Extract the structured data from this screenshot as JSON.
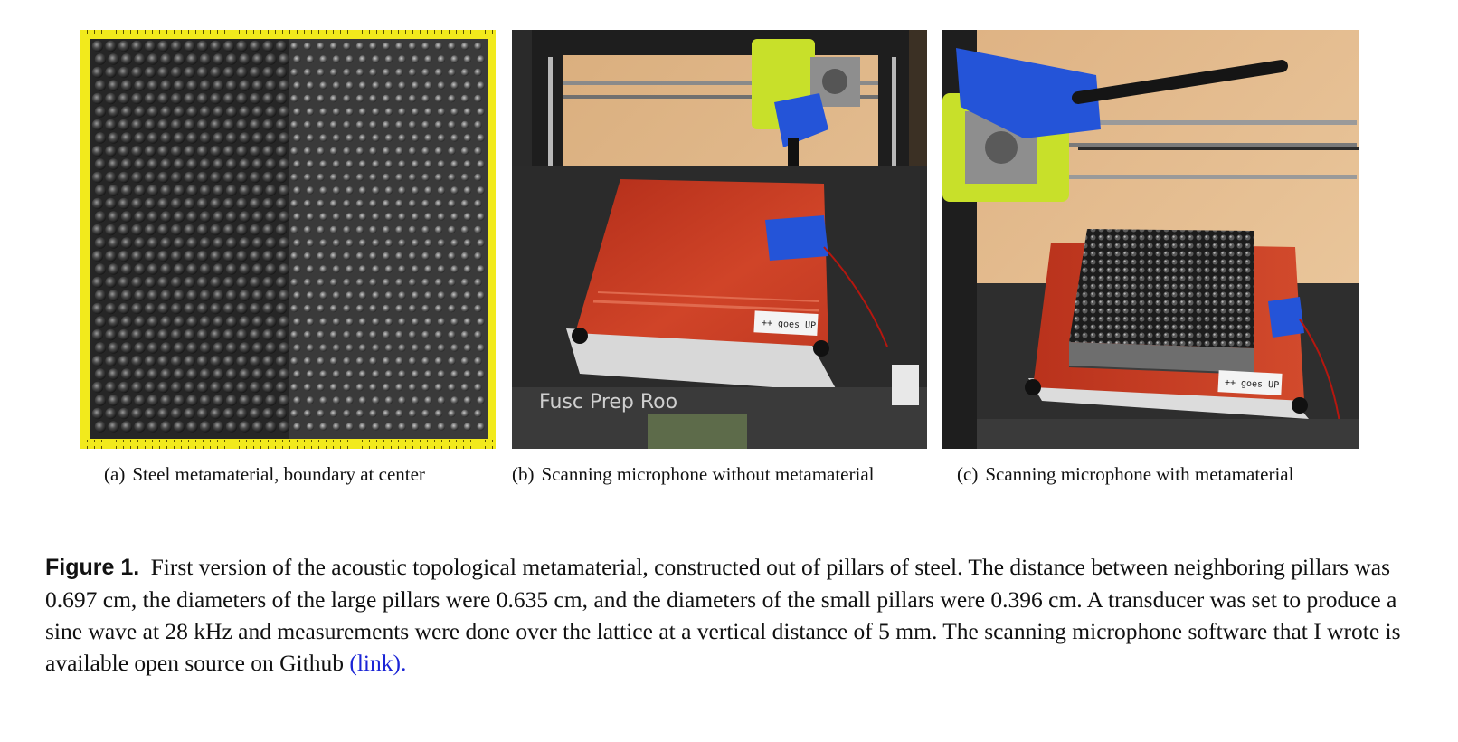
{
  "panels": [
    {
      "id": "a",
      "tag": "(a)",
      "caption": "Steel metamaterial, boundary at center"
    },
    {
      "id": "b",
      "tag": "(b)",
      "caption": "Scanning microphone without metamaterial"
    },
    {
      "id": "c",
      "tag": "(c)",
      "caption": "Scanning microphone with metamaterial"
    }
  ],
  "figure": {
    "label": "Figure 1.",
    "text": "First version of the acoustic topological metamaterial, constructed out of pillars of steel. The distance between neighboring pillars was 0.697 cm, the diameters of the large pillars were 0.635 cm, and the diameters of the small pillars were 0.396 cm. A transducer was set to produce a sine wave at 28 kHz and measurements were done over the lattice at a vertical distance of 5 mm. The scanning microphone software that I wrote is available open source on Github",
    "link_text": "(link)."
  },
  "colors": {
    "ruler_yellow": "#f2ea1c",
    "bed_red": "#c93a22",
    "wood_wall": "#e2b98a",
    "frame_black": "#1e1e1e",
    "tape_blue": "#2454d8",
    "extruder_green": "#c8e02a",
    "link_blue": "#1a24d6"
  },
  "photo_texts": {
    "bed_sticker": "++ goes UP",
    "bench_label": "Fusc Prep Roo"
  }
}
